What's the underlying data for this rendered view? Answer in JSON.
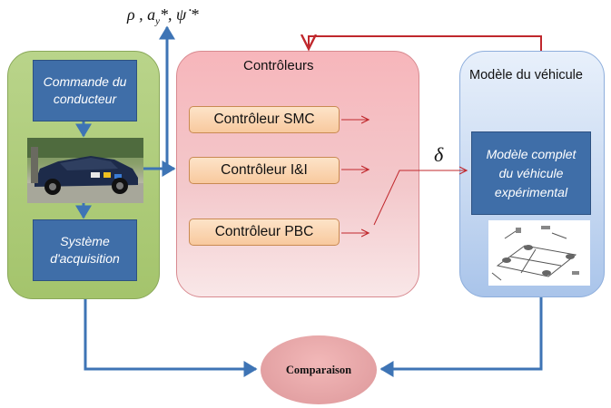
{
  "top_label": "ρ , a",
  "top_label_sub": "y",
  "top_label_rest": "*, ψ̇ *",
  "left": {
    "driver_box": "Commande du conducteur",
    "acq_box": "Système d'acquisition"
  },
  "middle": {
    "title": "Contrôleurs",
    "controllers": [
      "Contrôleur SMC",
      "Contrôleur I&I",
      "Contrôleur PBC"
    ]
  },
  "delta_label": "δ",
  "right": {
    "title": "Modèle du véhicule",
    "model_box": "Modèle complet du véhicule expérimental"
  },
  "comparison_label": "Comparaison",
  "colors": {
    "left_panel": "#a4c46c",
    "middle_panel": "#f3c8cb",
    "right_panel": "#c6d8f1",
    "blue_box": "#3f6ea8",
    "arrow_blue": "#3e74b5",
    "arrow_red": "#c0282d"
  }
}
